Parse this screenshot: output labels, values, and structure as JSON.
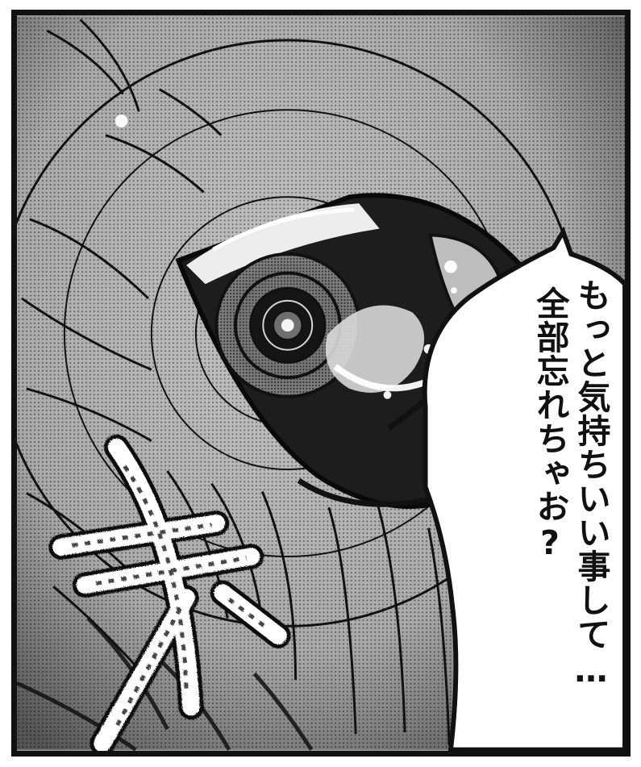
{
  "panel": {
    "sound_effect": "キィ",
    "speech_lines": [
      "もっと気持ちいい事して…",
      "全部忘れちゃお?"
    ]
  }
}
